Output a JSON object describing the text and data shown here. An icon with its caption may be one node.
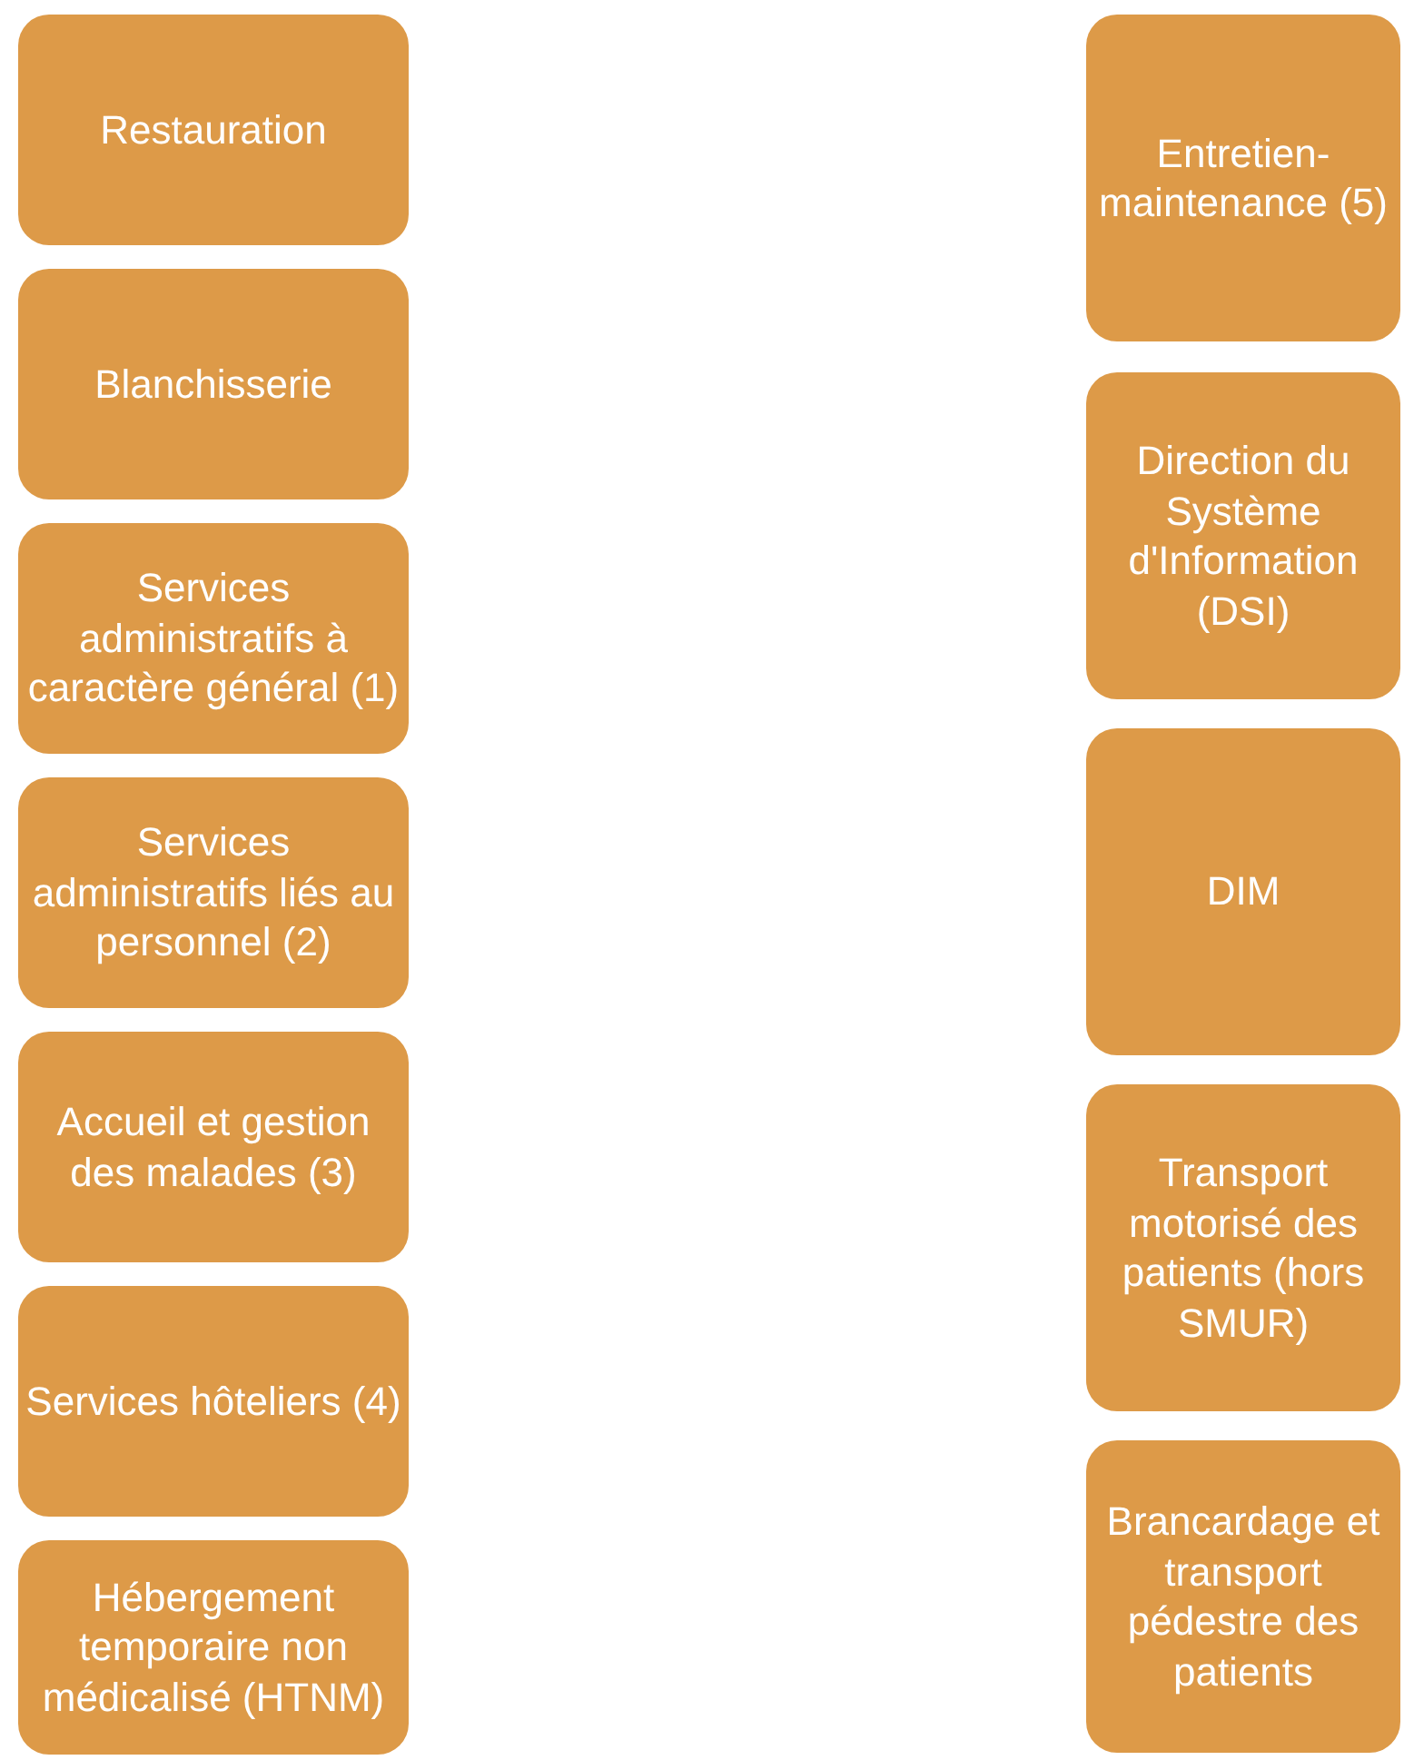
{
  "diagram": {
    "nodes": [
      {
        "text": [
          "Restauration"
        ]
      },
      {
        "text": [
          "Blanchisserie"
        ]
      },
      {
        "text": [
          "Services administratifs à caractère général (1)"
        ]
      },
      {
        "text": [
          "Services administratifs liés au personnel (2)"
        ]
      },
      {
        "text": [
          "Accueil et gestion des malades (3)"
        ]
      },
      {
        "text": [
          "Services hôteliers (4)"
        ]
      },
      {
        "text": [
          "Hébergement temporaire non médicalisé (HTNM)"
        ]
      },
      {
        "text": [
          "Entretien-maintenance (5)"
        ]
      },
      {
        "text": [
          "Direction du Système d'Information (DSI)"
        ]
      },
      {
        "text": [
          "DIM"
        ]
      },
      {
        "text": [
          "Transport motorisé des patients (hors SMUR)"
        ]
      },
      {
        "text": [
          "Brancardage et transport pédestre des patients"
        ]
      }
    ]
  }
}
